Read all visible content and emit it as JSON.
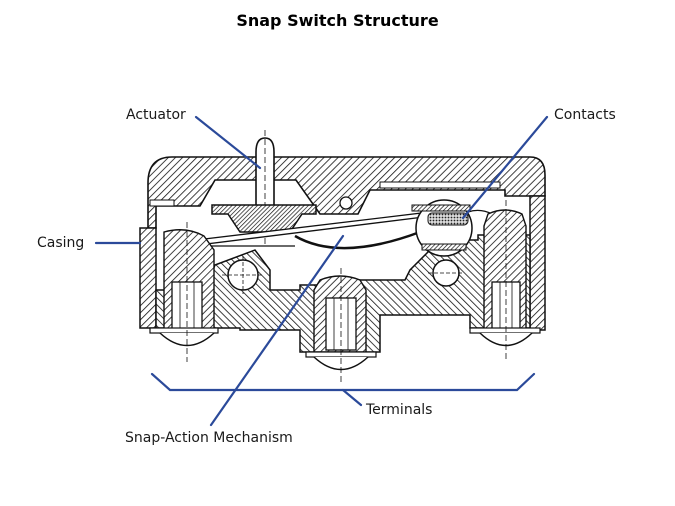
{
  "title": "Snap Switch Structure",
  "colors": {
    "callout_line": "#2b4a9a",
    "drawing_ink": "#111111",
    "background": "#ffffff"
  },
  "labels": {
    "actuator": "Actuator",
    "contacts": "Contacts",
    "casing": "Casing",
    "terminals": "Terminals",
    "snap_action": "Snap-Action Mechanism"
  }
}
